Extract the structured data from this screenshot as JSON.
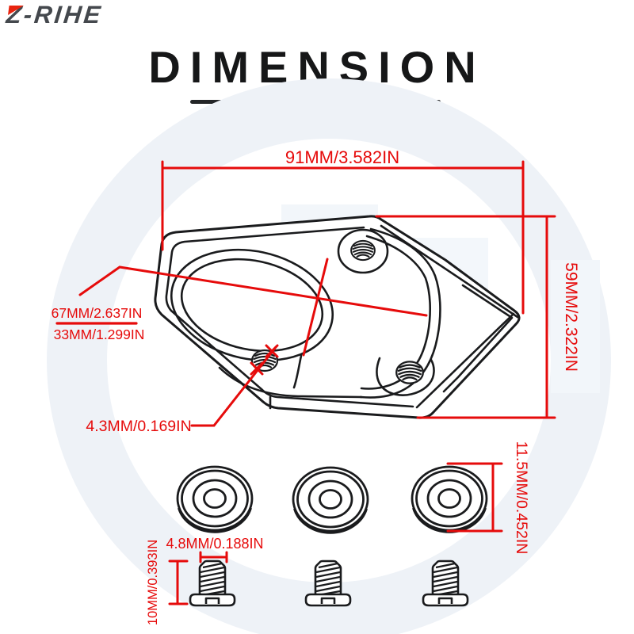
{
  "logo": {
    "text": "Z-RIHE"
  },
  "title": {
    "text": "DIMENSION"
  },
  "dimension_labels": {
    "overall_width": "91MM/3.582IN",
    "overall_height": "59MM/2.322IN",
    "inner_length": "67MM/2.637IN",
    "inner_width": "33MM/1.299IN",
    "hole_diameter": "4.3MM/0.169IN",
    "washer_height": "11.5MM/0.452IN",
    "screw_diameter": "4.8MM/0.188IN",
    "screw_length": "10MM/0.393IN"
  },
  "colors": {
    "dimension_red": "#e60b0b",
    "drawing_black": "#1a1b1d",
    "logo_gray": "#44484d",
    "logo_red": "#e8240f",
    "title_black": "#161718",
    "watermark_gray": "#eef2f7"
  },
  "parts": {
    "washer_count": 3,
    "screw_count": 3
  }
}
